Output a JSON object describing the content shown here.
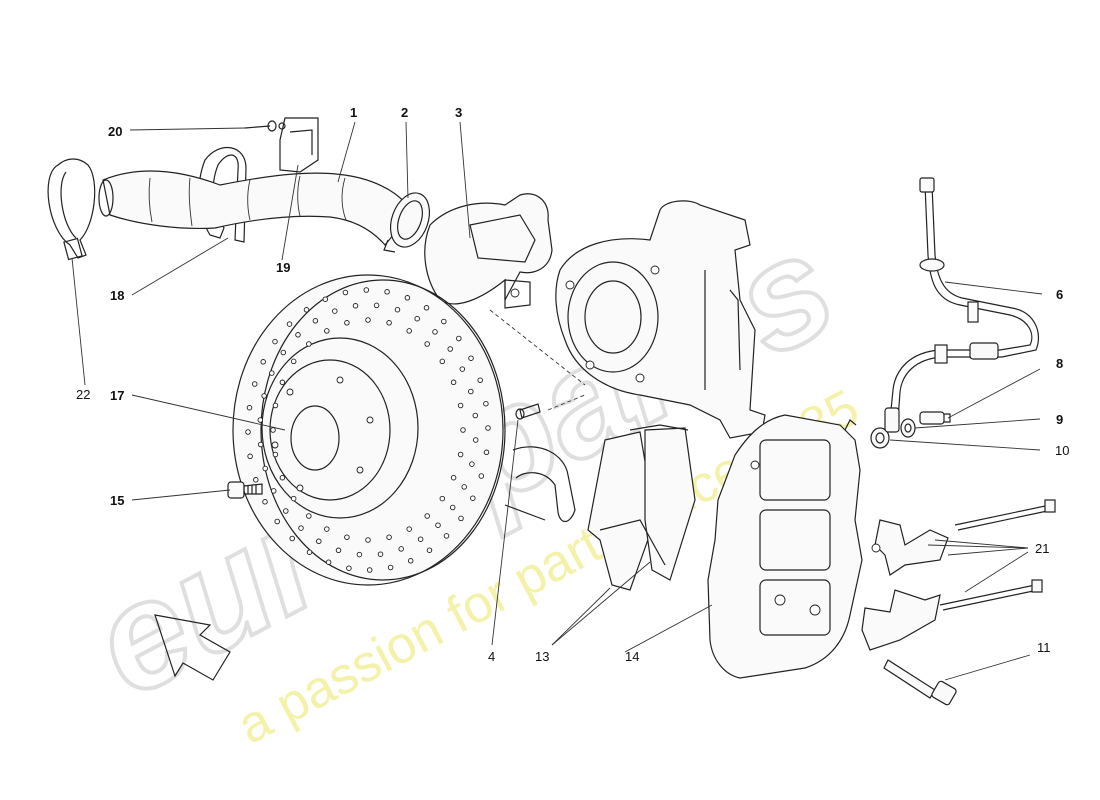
{
  "watermark": {
    "brand": "eurospares",
    "tagline": "a passion for parts since 1985",
    "brand_color": "#d9d9d9",
    "tagline_color": "#f3f0a0"
  },
  "callouts": [
    {
      "id": "1",
      "bold": true
    },
    {
      "id": "2",
      "bold": true
    },
    {
      "id": "3",
      "bold": true
    },
    {
      "id": "4",
      "bold": false
    },
    {
      "id": "6",
      "bold": true
    },
    {
      "id": "8",
      "bold": true
    },
    {
      "id": "9",
      "bold": true
    },
    {
      "id": "10",
      "bold": false
    },
    {
      "id": "11",
      "bold": false
    },
    {
      "id": "13",
      "bold": false
    },
    {
      "id": "14",
      "bold": false
    },
    {
      "id": "15",
      "bold": true
    },
    {
      "id": "17",
      "bold": true
    },
    {
      "id": "18",
      "bold": true
    },
    {
      "id": "19",
      "bold": true
    },
    {
      "id": "20",
      "bold": true
    },
    {
      "id": "21",
      "bold": false
    },
    {
      "id": "22",
      "bold": false
    }
  ],
  "icons": {
    "direction_arrow": "front-direction-arrow-icon"
  }
}
